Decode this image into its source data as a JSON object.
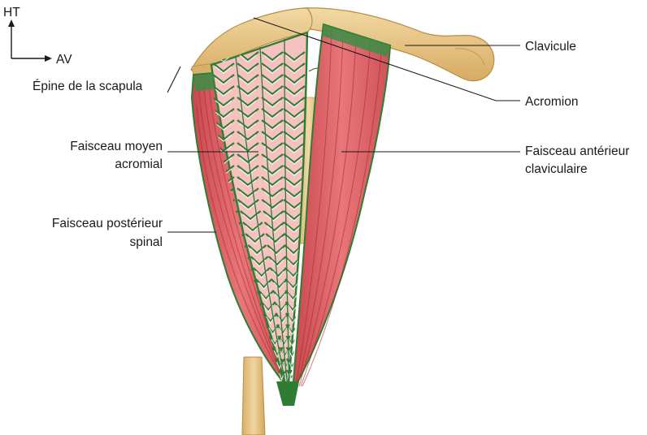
{
  "orientation": {
    "vertical_label": "HT",
    "horizontal_label": "AV"
  },
  "labels": {
    "epine": "Épine de la scapula",
    "clavicule": "Clavicule",
    "acromion": "Acromion",
    "moyen_line1": "Faisceau moyen",
    "moyen_line2": "acromial",
    "anterieur_line1": "Faisceau antérieur",
    "anterieur_line2": "claviculaire",
    "posterieur_line1": "Faisceau postérieur",
    "posterieur_line2": "spinal"
  },
  "colors": {
    "muscle_red": "#e0646a",
    "muscle_light": "#f4b6b4",
    "tendon_green": "#2e7d32",
    "bone": "#e9c98a",
    "bone_shadow": "#c9a15a"
  }
}
